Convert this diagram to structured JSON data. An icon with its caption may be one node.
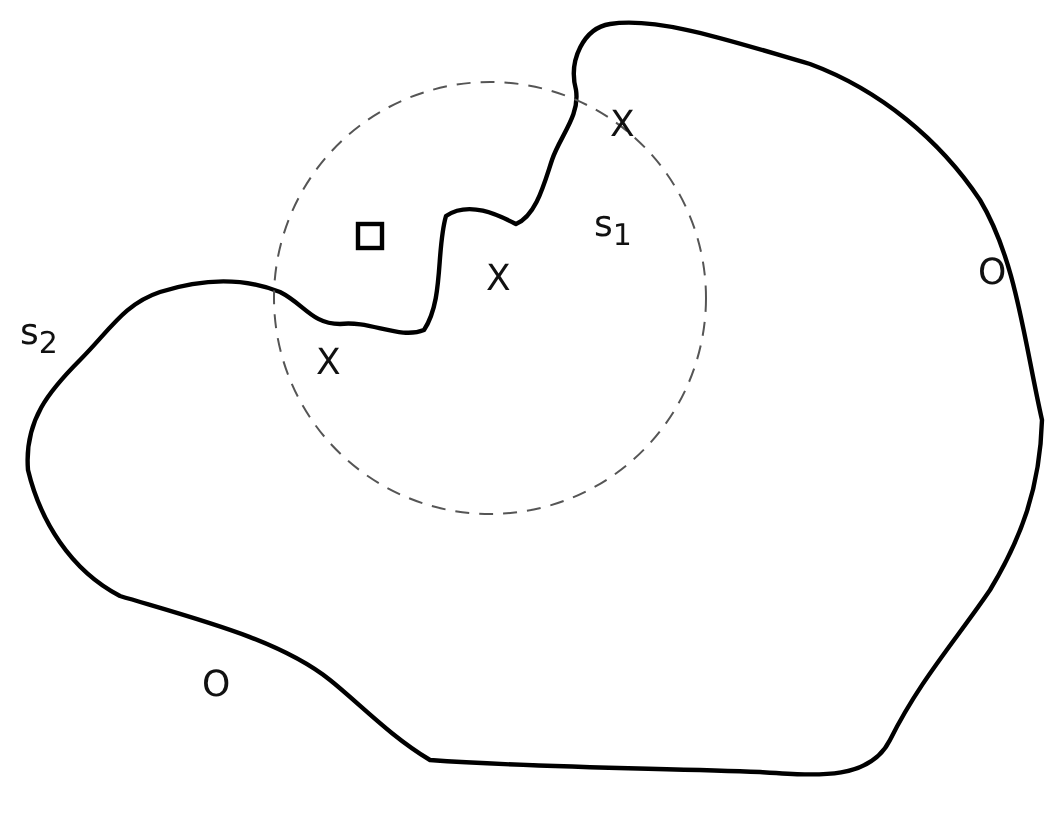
{
  "diagram": {
    "labels": [
      "X",
      "s$_{1}$",
      "O",
      "X",
      "s$_{2}$",
      "X",
      "O"
    ]
  }
}
